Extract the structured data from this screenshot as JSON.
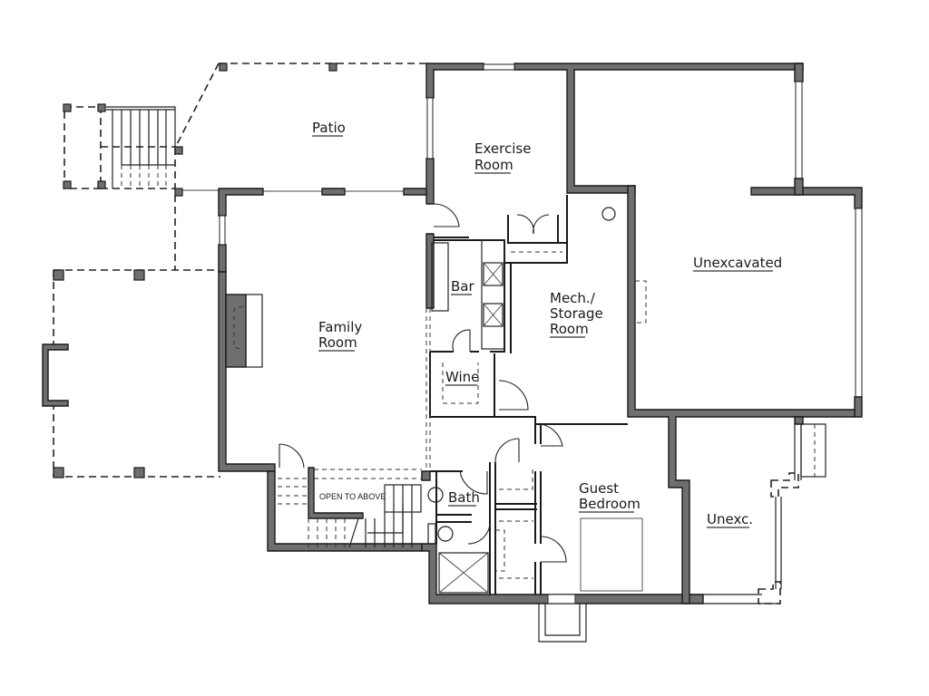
{
  "plan": {
    "type": "basement floor plan",
    "colors": {
      "wall_fill": "#6f6f6f",
      "wall_outline": "#1a1a1a",
      "background": "#ffffff"
    },
    "rooms": [
      {
        "id": "patio",
        "label": "Patio"
      },
      {
        "id": "exercise",
        "label_line1": "Exercise",
        "label_line2": "Room"
      },
      {
        "id": "unexcavated",
        "label": "Unexcavated"
      },
      {
        "id": "bar",
        "label": "Bar"
      },
      {
        "id": "mech",
        "label_line1": "Mech./",
        "label_line2": "Storage",
        "label_line3": "Room"
      },
      {
        "id": "family",
        "label_line1": "Family",
        "label_line2": "Room"
      },
      {
        "id": "wine",
        "label": "Wine"
      },
      {
        "id": "bath",
        "label": "Bath"
      },
      {
        "id": "guest",
        "label_line1": "Guest",
        "label_line2": "Bedroom"
      },
      {
        "id": "unexc",
        "label": "Unexc."
      }
    ],
    "annotations": {
      "open_to_above": "OPEN TO ABOVE"
    }
  }
}
